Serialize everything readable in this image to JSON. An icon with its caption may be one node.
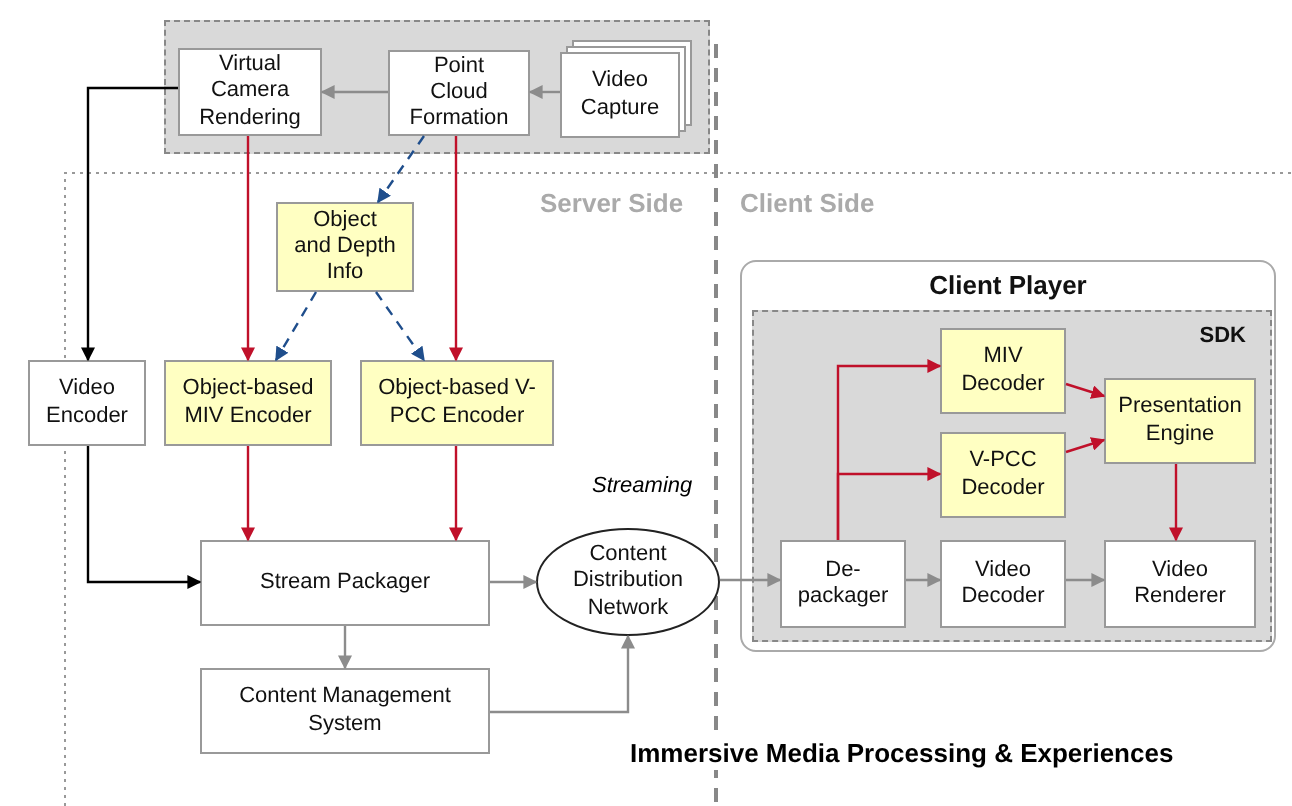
{
  "diagram": {
    "nodes": [
      {
        "text": [],
        "shape": "box"
      },
      {
        "text": [
          "Virtual Camera Rendering"
        ],
        "in": 0
      },
      {
        "text": [
          "Point Cloud Formation"
        ],
        "in": 0
      },
      {
        "text": [
          "Video Capture"
        ],
        "in": 0
      },
      {
        "text": [
          "Object and Depth Info"
        ]
      },
      {
        "text": [
          "Video Encoder"
        ]
      },
      {
        "text": [
          "Object-based MIV Encoder"
        ]
      },
      {
        "text": [
          "Object-based V-PCC Encoder"
        ]
      },
      {
        "text": [
          "Stream Packager"
        ]
      },
      {
        "text": [
          "Content Distribution Network"
        ]
      },
      {
        "text": [
          "Content Management System"
        ]
      },
      {
        "text": [
          "Client Player"
        ]
      },
      {
        "text": [
          "SDK"
        ],
        "in": 11
      },
      {
        "text": [
          "MIV Decoder"
        ],
        "in": 12
      },
      {
        "text": [
          "V-PCC Decoder"
        ],
        "in": 12
      },
      {
        "text": [
          "Presentation Engine"
        ],
        "in": 12
      },
      {
        "text": [
          "De-packager"
        ],
        "in": 12
      },
      {
        "text": [
          "Video Decoder"
        ],
        "in": 12
      },
      {
        "text": [
          "Video Renderer"
        ],
        "in": 12
      }
    ],
    "edges": [
      {
        "from": 3,
        "to": 2,
        "arrow": "to",
        "color": "#8c8c8c"
      },
      {
        "from": 2,
        "to": 1,
        "arrow": "to",
        "color": "#8c8c8c"
      },
      {
        "from": 1,
        "to": 5,
        "arrow": "to",
        "color": "#000000"
      },
      {
        "from": 1,
        "to": 6,
        "arrow": "to"
      },
      {
        "from": 2,
        "to": 7,
        "arrow": "to"
      },
      {
        "from": 2,
        "to": 4,
        "arrow": "to",
        "style": "dashed",
        "color": "#1f4e8c"
      },
      {
        "from": 4,
        "to": 6,
        "arrow": "to",
        "style": "dashed",
        "color": "#1f4e8c"
      },
      {
        "from": 4,
        "to": 7,
        "arrow": "to",
        "style": "dashed",
        "color": "#1f4e8c"
      },
      {
        "from": 5,
        "to": 8,
        "arrow": "to",
        "color": "#000000"
      },
      {
        "from": 6,
        "to": 8,
        "arrow": "to"
      },
      {
        "from": 7,
        "to": 8,
        "arrow": "to"
      },
      {
        "from": 8,
        "to": 9,
        "arrow": "to",
        "color": "#8c8c8c"
      },
      {
        "from": 8,
        "to": 10,
        "arrow": "to",
        "color": "#8c8c8c"
      },
      {
        "from": 10,
        "to": 9,
        "arrow": "to",
        "color": "#8c8c8c"
      },
      {
        "from": 9,
        "to": 16,
        "arrow": "to",
        "color": "#8c8c8c"
      },
      {
        "from": 16,
        "to": 13,
        "arrow": "to"
      },
      {
        "from": 16,
        "to": 14,
        "arrow": "to"
      },
      {
        "from": 13,
        "to": 15,
        "arrow": "to"
      },
      {
        "from": 14,
        "to": 15,
        "arrow": "to"
      },
      {
        "from": 15,
        "to": 18,
        "arrow": "to"
      },
      {
        "from": 16,
        "to": 17,
        "arrow": "to",
        "color": "#8c8c8c"
      },
      {
        "from": 17,
        "to": 18,
        "arrow": "to",
        "color": "#8c8c8c"
      }
    ],
    "labels": [
      "Server Side",
      "Client Side",
      "Streaming",
      "Immersive Media Processing & Experiences"
    ]
  }
}
